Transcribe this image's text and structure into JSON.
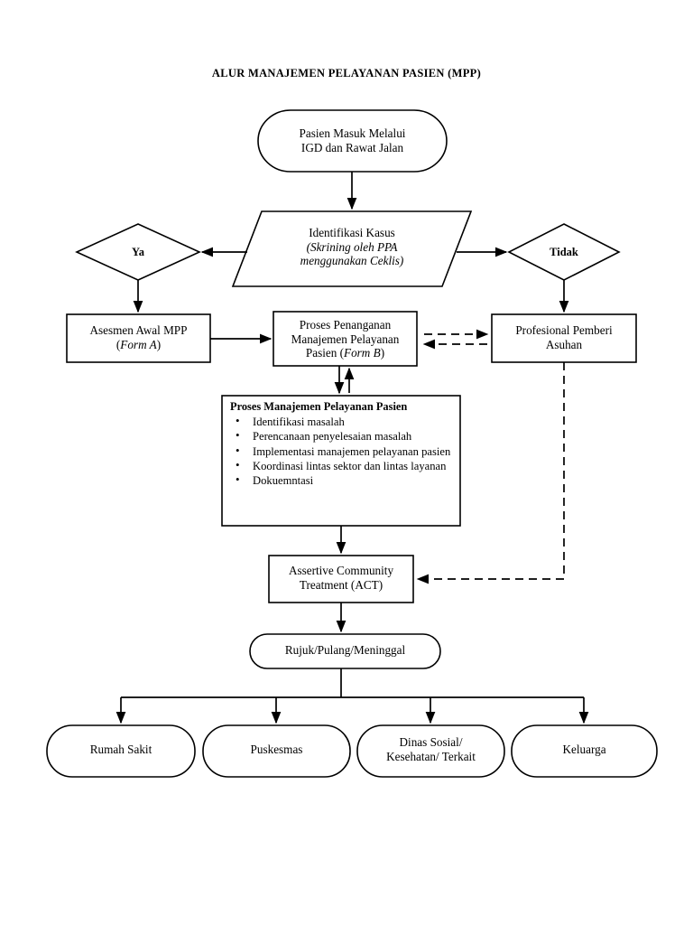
{
  "document": {
    "title": "ALUR MANAJEMEN PELAYANAN PASIEN (MPP)"
  },
  "chart_data": {
    "type": "diagram",
    "diagram_kind": "flowchart",
    "title": "ALUR MANAJEMEN PELAYANAN PASIEN (MPP)",
    "orientation": "top-to-bottom",
    "nodes": [
      {
        "id": "start",
        "shape": "rounded-oval",
        "label": "Pasien Masuk Melalui\nIGD dan Rawat Jalan"
      },
      {
        "id": "identifikasi",
        "shape": "parallelogram",
        "label": "Identifikasi Kasus\n(Skrining oleh PPA\nmenggunakan Ceklis)"
      },
      {
        "id": "ya",
        "shape": "diamond",
        "label": "Ya"
      },
      {
        "id": "tidak",
        "shape": "diamond",
        "label": "Tidak"
      },
      {
        "id": "asesmen",
        "shape": "rectangle",
        "label": "Asesmen Awal MPP\n(Form A)"
      },
      {
        "id": "proses-penanganan",
        "shape": "rectangle",
        "label": "Proses Penanganan\nManajemen Pelayanan\nPasien (Form B)"
      },
      {
        "id": "ppa",
        "shape": "rectangle",
        "label": "Profesional Pemberi\nAsuhan"
      },
      {
        "id": "proses-manajemen",
        "shape": "rectangle-list",
        "label": "Proses Manajemen Pelayanan Pasien"
      },
      {
        "id": "act",
        "shape": "rectangle",
        "label": "Assertive Community\nTreatment (ACT)"
      },
      {
        "id": "rujuk",
        "shape": "rounded-rect",
        "label": "Rujuk/Pulang/Meninggal"
      },
      {
        "id": "rumah-sakit",
        "shape": "rounded-rect",
        "label": "Rumah Sakit"
      },
      {
        "id": "puskesmas",
        "shape": "rounded-rect",
        "label": "Puskesmas"
      },
      {
        "id": "dinas",
        "shape": "rounded-rect",
        "label": "Dinas Sosial/\nKesehatan/ Terkait"
      },
      {
        "id": "keluarga",
        "shape": "rounded-rect",
        "label": "Keluarga"
      }
    ],
    "edges": [
      {
        "from": "start",
        "to": "identifikasi",
        "style": "solid",
        "arrow": "single"
      },
      {
        "from": "identifikasi",
        "to": "ya",
        "style": "solid",
        "arrow": "single"
      },
      {
        "from": "identifikasi",
        "to": "tidak",
        "style": "solid",
        "arrow": "single"
      },
      {
        "from": "ya",
        "to": "asesmen",
        "style": "solid",
        "arrow": "single"
      },
      {
        "from": "tidak",
        "to": "ppa",
        "style": "solid",
        "arrow": "single"
      },
      {
        "from": "asesmen",
        "to": "proses-penanganan",
        "style": "solid",
        "arrow": "single"
      },
      {
        "from": "proses-penanganan",
        "to": "ppa",
        "style": "dashed",
        "arrow": "double"
      },
      {
        "from": "proses-penanganan",
        "to": "proses-manajemen",
        "style": "solid",
        "arrow": "double"
      },
      {
        "from": "proses-manajemen",
        "to": "act",
        "style": "solid",
        "arrow": "single"
      },
      {
        "from": "ppa",
        "to": "act",
        "style": "dashed",
        "arrow": "single"
      },
      {
        "from": "act",
        "to": "rujuk",
        "style": "solid",
        "arrow": "single"
      },
      {
        "from": "rujuk",
        "to": "rumah-sakit",
        "style": "solid",
        "arrow": "single"
      },
      {
        "from": "rujuk",
        "to": "puskesmas",
        "style": "solid",
        "arrow": "single"
      },
      {
        "from": "rujuk",
        "to": "dinas",
        "style": "solid",
        "arrow": "single"
      },
      {
        "from": "rujuk",
        "to": "keluarga",
        "style": "solid",
        "arrow": "single"
      }
    ],
    "colors": {
      "stroke": "#000000",
      "fill": "#ffffff",
      "text": "#000000",
      "background": "#ffffff"
    }
  },
  "nodes": {
    "start": {
      "line1": "Pasien Masuk Melalui",
      "line2": "IGD dan Rawat Jalan"
    },
    "identifikasi": {
      "line1": "Identifikasi Kasus",
      "line2": "(Skrining oleh PPA",
      "line3": "menggunakan Ceklis)"
    },
    "ya": {
      "label": "Ya"
    },
    "tidak": {
      "label": "Tidak"
    },
    "asesmen": {
      "line1": "Asesmen Awal MPP",
      "line2": "(Form A)"
    },
    "proses_penanganan": {
      "line1": "Proses Penanganan",
      "line2": "Manajemen Pelayanan",
      "line3_a": "Pasien (",
      "line3_b": "Form B",
      "line3_c": ")"
    },
    "ppa": {
      "line1": "Profesional Pemberi",
      "line2": "Asuhan"
    },
    "proses_manajemen": {
      "title": "Proses Manajemen Pelayanan Pasien",
      "bullets": [
        "Identifikasi masalah",
        "Perencanaan penyelesaian masalah",
        "Implementasi manajemen pelayanan pasien",
        "Koordinasi lintas sektor dan lintas layanan",
        "Dokuemntasi"
      ]
    },
    "act": {
      "line1": "Assertive Community",
      "line2": "Treatment (ACT)"
    },
    "rujuk": {
      "label": "Rujuk/Pulang/Meninggal"
    },
    "rumah_sakit": {
      "label": "Rumah Sakit"
    },
    "puskesmas": {
      "label": "Puskesmas"
    },
    "dinas": {
      "line1": "Dinas Sosial/",
      "line2": "Kesehatan/ Terkait"
    },
    "keluarga": {
      "label": "Keluarga"
    }
  }
}
